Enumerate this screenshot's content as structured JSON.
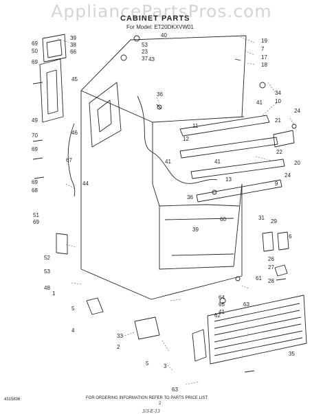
{
  "watermark": "AppliancePartsPros.com",
  "title": "CABINET PARTS",
  "subtitle": "For Model: ET20DKXVW01",
  "footer": {
    "doc_number": "4315836",
    "note": "FOR ORDERING INFORMATION REFER TO PARTS PRICE LIST",
    "page_number": "2",
    "handwritten": "3/3-E-13"
  },
  "part_labels": [
    "39",
    "38",
    "66",
    "40",
    "53",
    "23",
    "37",
    "19",
    "7",
    "17",
    "18",
    "43",
    "69",
    "50",
    "69",
    "45",
    "36",
    "34",
    "10",
    "49",
    "46",
    "41",
    "11",
    "70",
    "67",
    "24",
    "21",
    "12",
    "41",
    "22",
    "69",
    "69",
    "68",
    "13",
    "44",
    "41",
    "20",
    "24",
    "9",
    "36",
    "60",
    "39",
    "51",
    "69",
    "31",
    "29",
    "6",
    "26",
    "27",
    "28",
    "52",
    "53",
    "48",
    "1",
    "61",
    "64",
    "65",
    "41",
    "63",
    "5",
    "62",
    "4",
    "33",
    "2",
    "5",
    "3",
    "35",
    "63"
  ]
}
